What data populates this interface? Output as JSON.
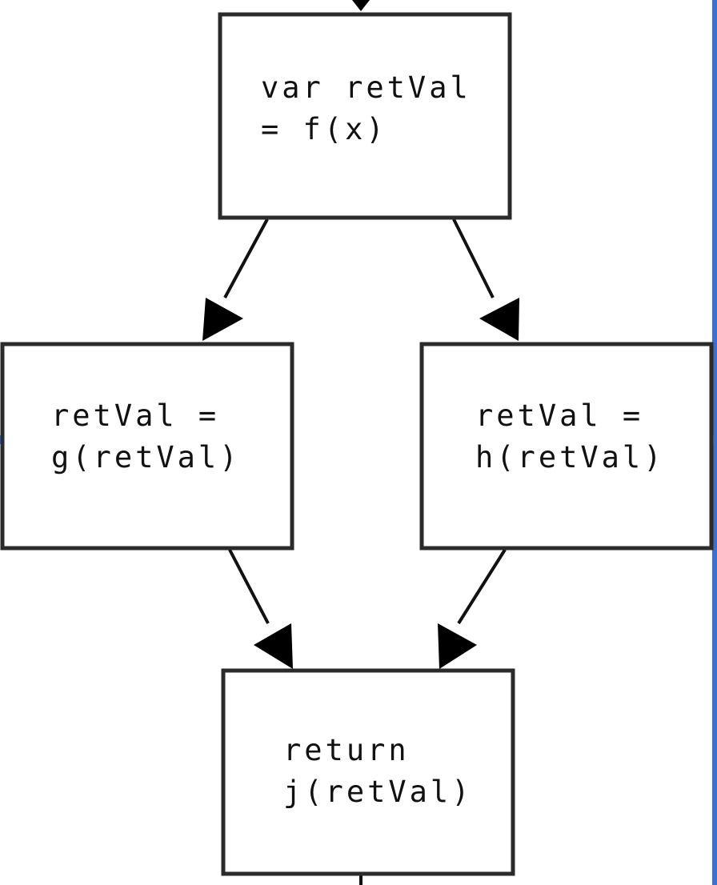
{
  "nodes": [
    {
      "id": "assign-f",
      "lines": [
        "var retVal",
        "= f(x)"
      ]
    },
    {
      "id": "assign-g",
      "lines": [
        "retVal =",
        "g(retVal)"
      ]
    },
    {
      "id": "assign-h",
      "lines": [
        "retVal =",
        "h(retVal)"
      ]
    },
    {
      "id": "return-j",
      "lines": [
        "return",
        "j(retVal)"
      ]
    }
  ],
  "edges": [
    {
      "from": "incoming",
      "to": "assign-f"
    },
    {
      "from": "assign-f",
      "to": "assign-g"
    },
    {
      "from": "assign-f",
      "to": "assign-h"
    },
    {
      "from": "assign-g",
      "to": "return-j"
    },
    {
      "from": "assign-h",
      "to": "return-j"
    },
    {
      "from": "return-j",
      "to": "outgoing"
    }
  ],
  "colors": {
    "box_stroke": "#2b2b2b",
    "arrow": "#000000",
    "selection_handle": "#4a7fe0",
    "window_edge": "#3d6fd0"
  }
}
